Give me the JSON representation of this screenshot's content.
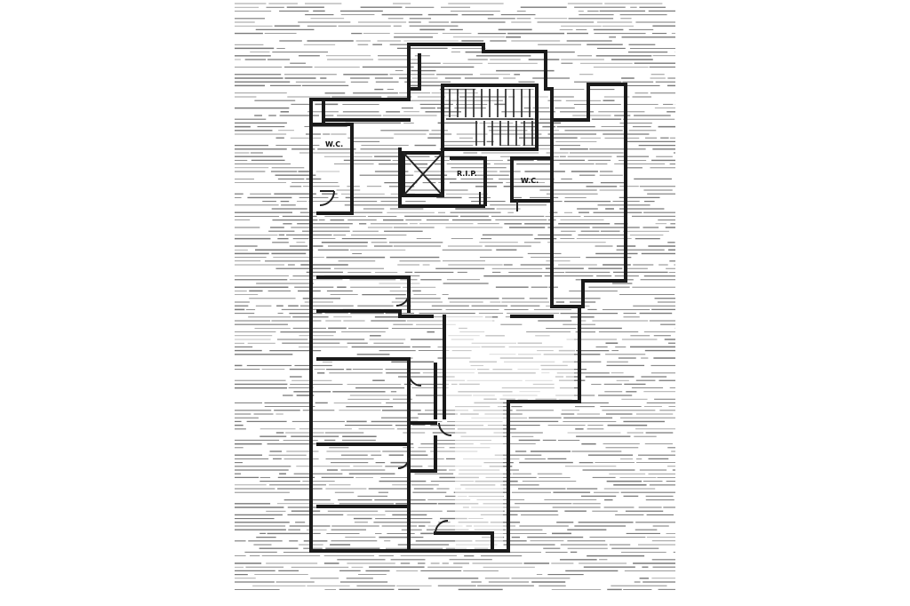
{
  "sheet": {
    "background": "#ffffff",
    "ink_color": "#111111",
    "hatch_color": "#7a7a7a"
  },
  "plan": {
    "labels": {
      "wc_left": "W.C.",
      "rip": "R.I.P.",
      "wc_right": "W.C."
    },
    "icons": [
      "elevator-shaft-icon",
      "staircase-icon"
    ]
  }
}
